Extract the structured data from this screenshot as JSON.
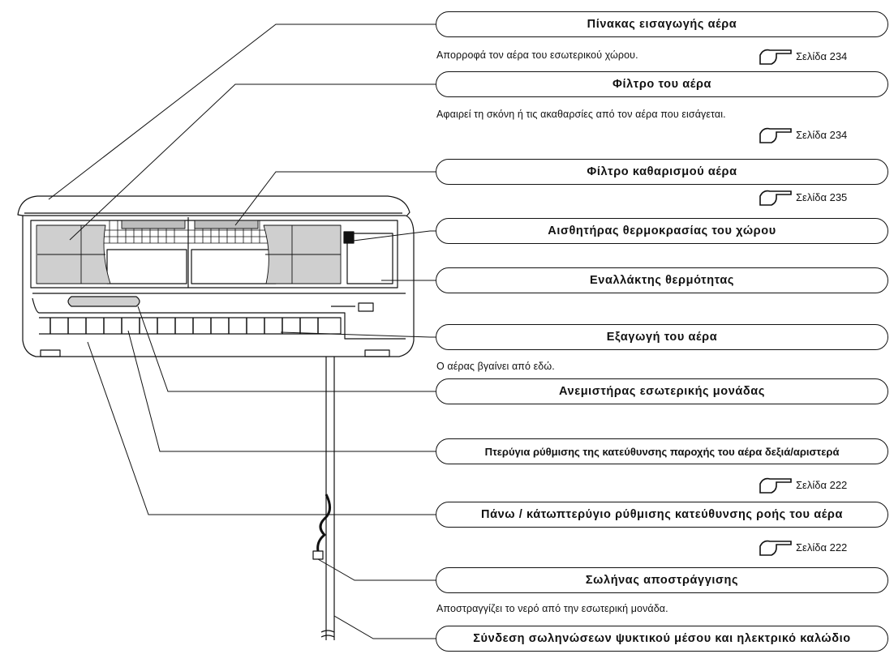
{
  "labels": {
    "air_intake_panel": "Πίνακας εισαγωγής αέρα",
    "air_filter": "Φίλτρο του αέρα",
    "air_purifying_filter": "Φίλτρο καθαρισμού αέρα",
    "room_temp_sensor": "Αισθητήρας θερμοκρασίας του χώρου",
    "heat_exchanger": "Εναλλάκτης θερμότητας",
    "air_outlet": "Εξαγωγή του αέρα",
    "indoor_fan": "Ανεμιστήρας εσωτερικής μονάδας",
    "lr_louver": "Πτερύγια ρύθμισης της κατεύθυνσης παροχής του αέρα δεξιά/αριστερά",
    "ud_flap": "Πάνω / κάτωπτερύγιο ρύθμισης κατεύθυνσης ροής του αέρα",
    "drain_hose": "Σωλήνας αποστράγγισης",
    "refrigerant_piping": "Σύνδεση σωληνώσεων ψυκτικού μέσου και ηλεκτρικό καλώδιο"
  },
  "descriptions": {
    "air_intake_panel": "Απορροφά τον αέρα του εσωτερικού χώρου.",
    "air_filter": "Αφαιρεί τη σκόνη ή τις ακαθαρσίες από τον αέρα που εισάγεται.",
    "air_outlet": "Ο αέρας βγαίνει από εδώ.",
    "drain_hose": "Αποστραγγίζει το νερό από την εσωτερική μονάδα."
  },
  "page_refs": {
    "air_intake_panel": "Σελίδα 234",
    "air_filter": "Σελίδα 234",
    "air_purifying_filter": "Σελίδα 235",
    "lr_louver": "Σελίδα 222",
    "ud_flap": "Σελίδα 222"
  },
  "icons": {
    "page_ref": "pointing-hand-icon"
  },
  "colors": {
    "line": "#111111",
    "filter_fill": "#cfcfcf",
    "background": "#ffffff"
  }
}
